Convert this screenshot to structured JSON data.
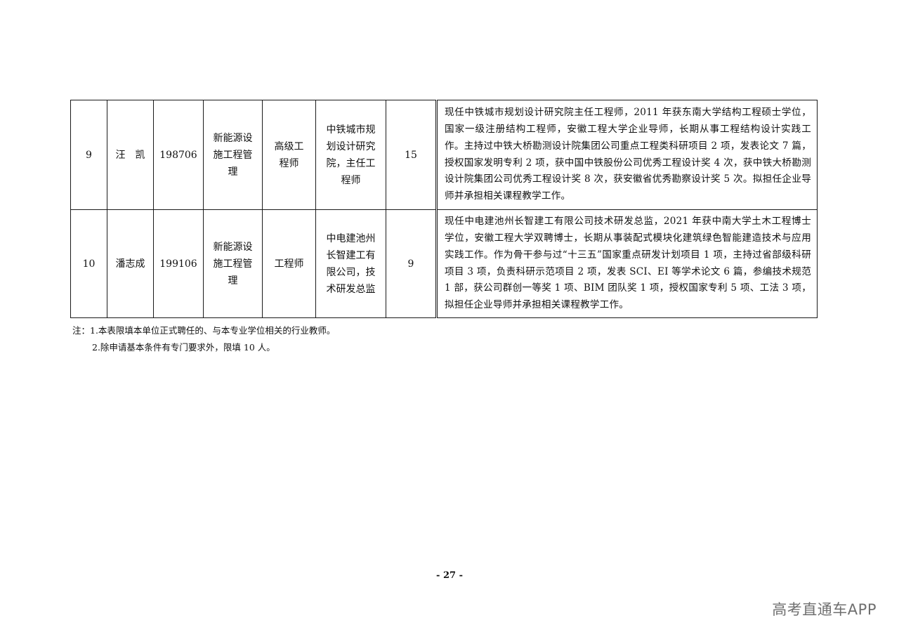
{
  "table": {
    "rows": [
      {
        "index": "9",
        "name": "汪　凯",
        "birth": "198706",
        "major": "新能源设施工程管理",
        "title": "高级工程师",
        "org": "中铁城市规划设计研究院，主任工程师",
        "years": "15",
        "details": "现任中铁城市规划设计研究院主任工程师，2011 年获东南大学结构工程硕士学位，国家一级注册结构工程师，安徽工程大学企业导师，长期从事工程结构设计实践工作。主持过中铁大桥勘测设计院集团公司重点工程类科研项目 2 项，发表论文 7 篇，授权国家发明专利 2 项，获中国中铁股份公司优秀工程设计奖 4 次，获中铁大桥勘测设计院集团公司优秀工程设计奖 8 次，获安徽省优秀勘察设计奖 5 次。拟担任企业导师并承担相关课程教学工作。"
      },
      {
        "index": "10",
        "name": "潘志成",
        "birth": "199106",
        "major": "新能源设施工程管理",
        "title": "工程师",
        "org": "中电建池州长智建工有限公司，技术研发总监",
        "years": "9",
        "details": "现任中电建池州长智建工有限公司技术研发总监，2021 年获中南大学土木工程博士学位，安徽工程大学双聘博士，长期从事装配式模块化建筑绿色智能建造技术与应用实践工作。作为骨干参与过“十三五”国家重点研发计划项目 1 项，主持过省部级科研项目 3 项，负责科研示范项目 2 项，发表 SCI、EI 等学术论文 6 篇，参编技术规范 1 部，获公司群创一等奖 1 项、BIM 团队奖 1 项，授权国家专利 5 项、工法 3 项，拟担任企业导师并承担相关课程教学工作。"
      }
    ]
  },
  "notes": {
    "line1": "注：1.本表限填本单位正式聘任的、与本专业学位相关的行业教师。",
    "line2": "2.除申请基本条件有专门要求外，限填 10 人。"
  },
  "page_number": "- 27 -",
  "watermark": "高考直通车APP"
}
